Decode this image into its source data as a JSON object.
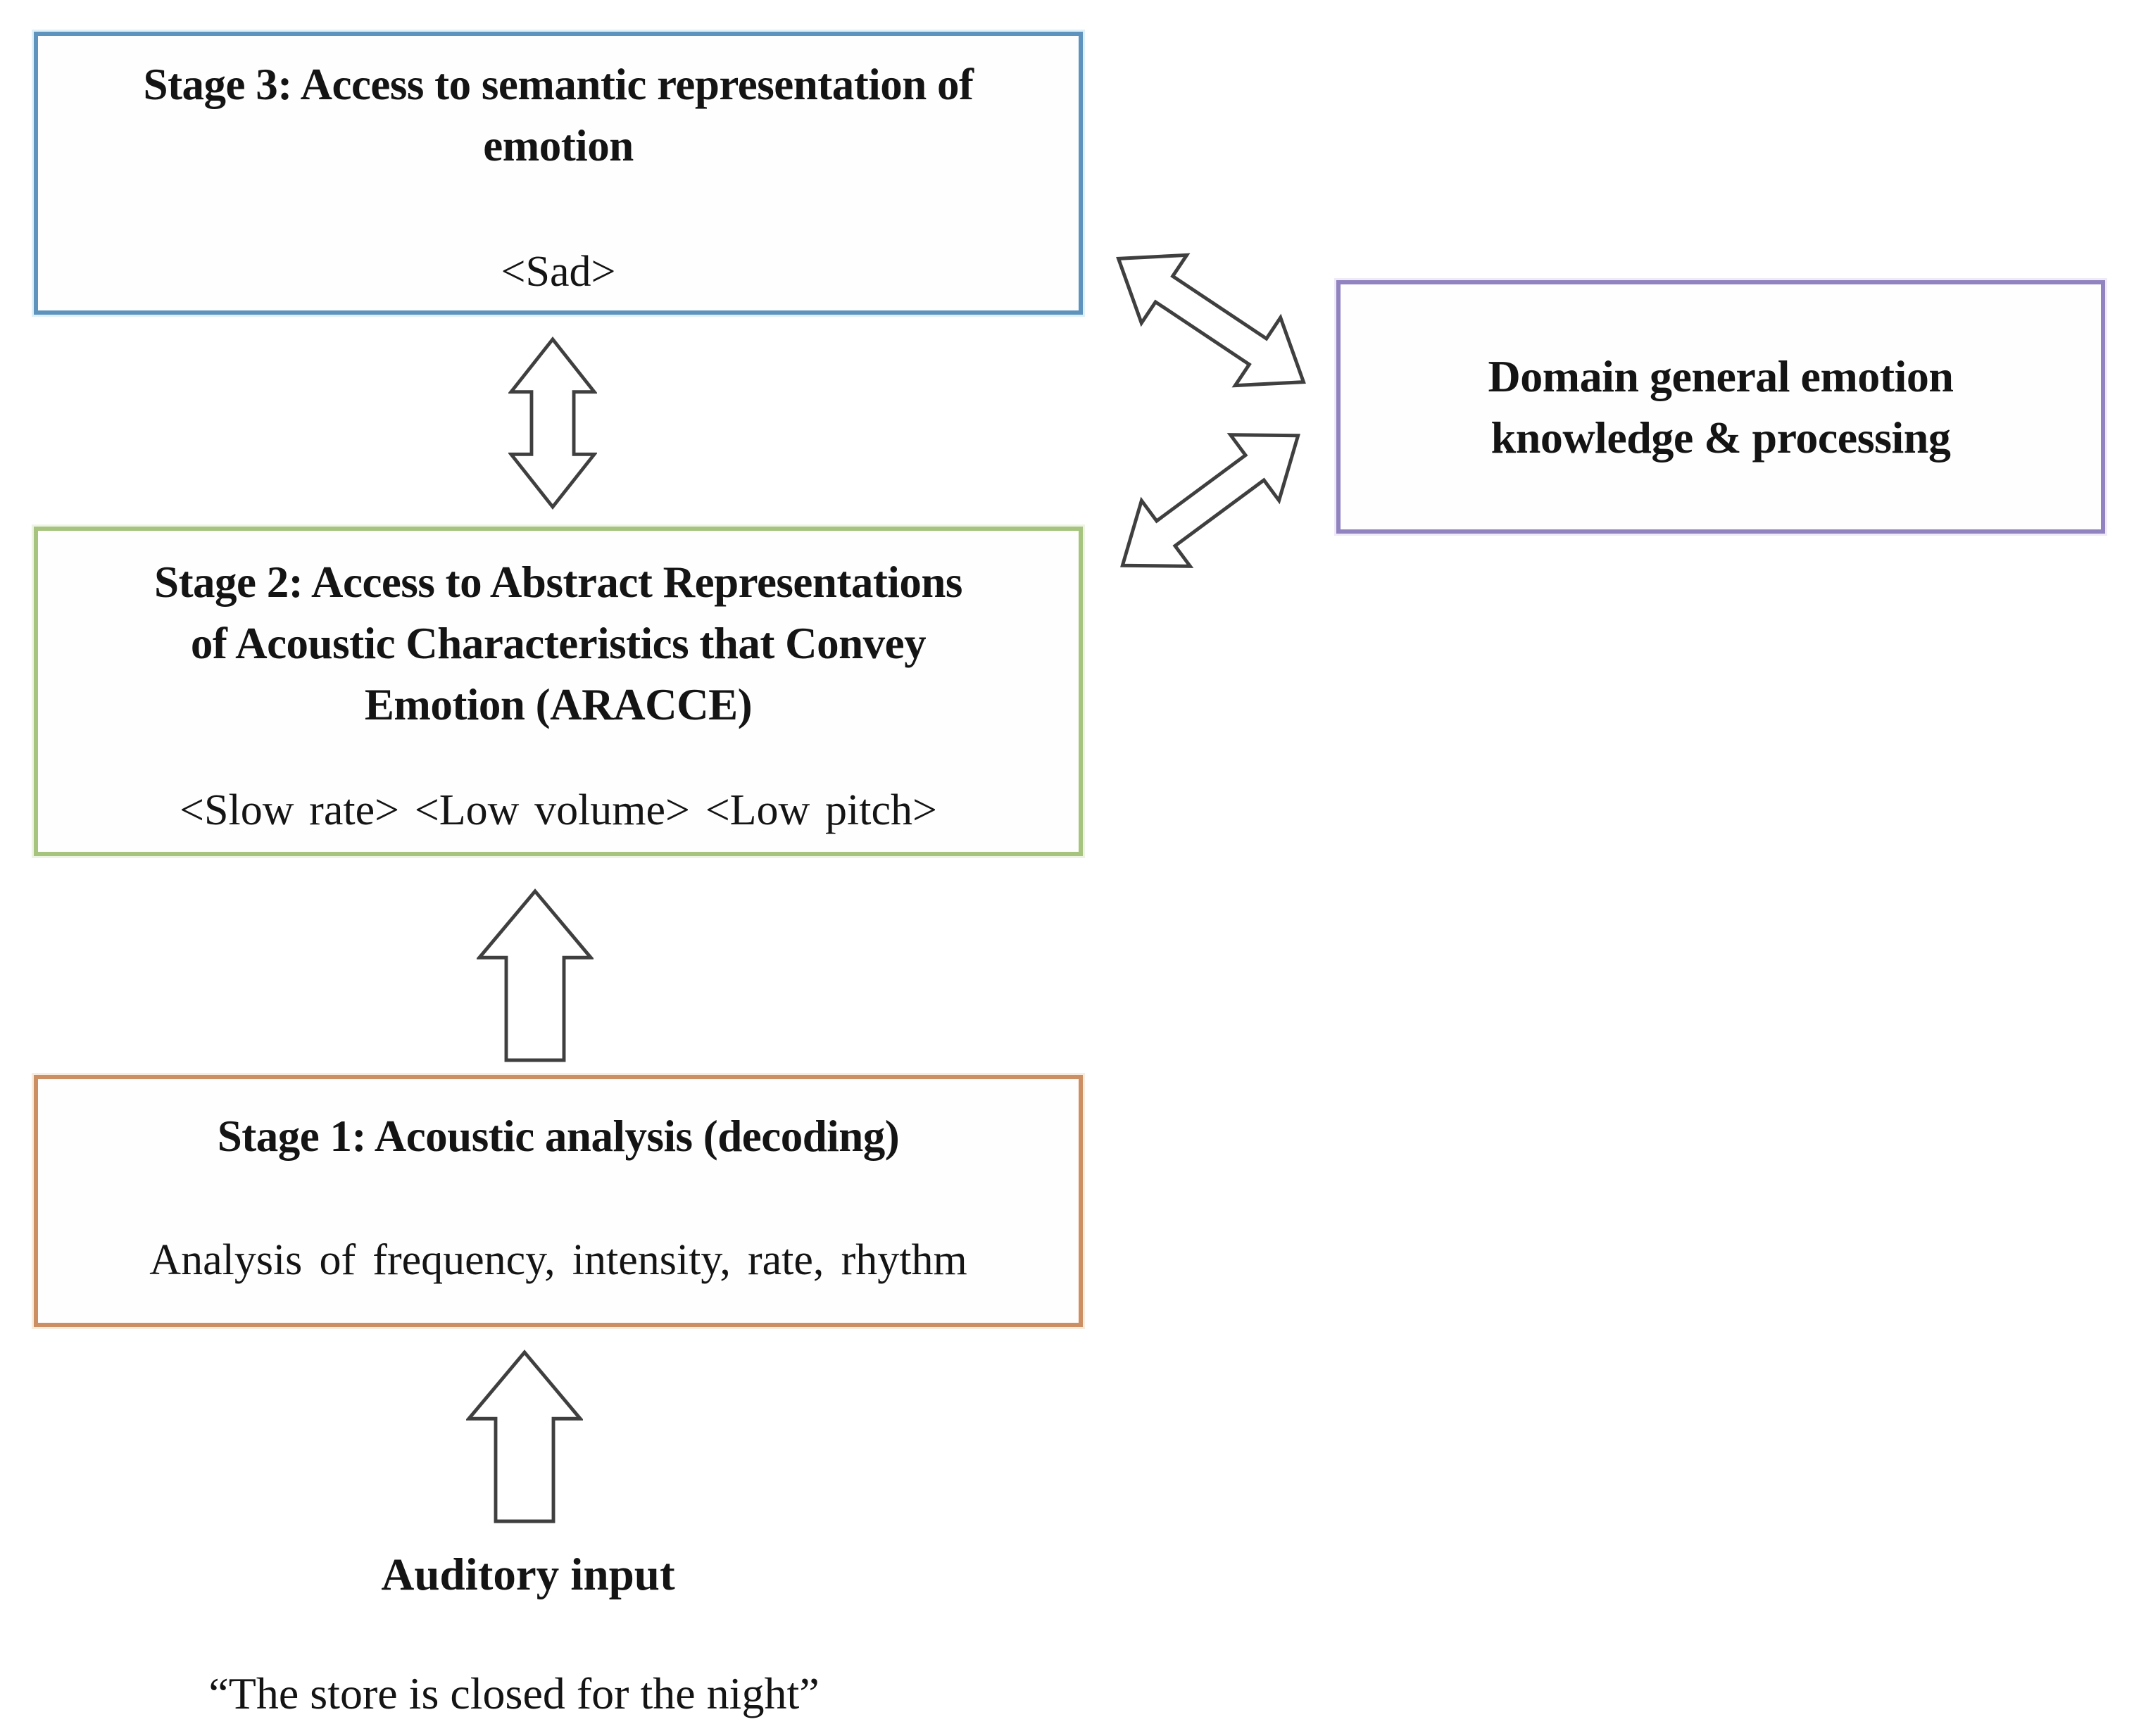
{
  "figure": {
    "boxes": {
      "stage3": {
        "title_lines": [
          "Stage 3: Access to semantic representation of",
          "emotion"
        ],
        "tag": "<Sad>",
        "border_color": "#5e93bd"
      },
      "stage2": {
        "title_lines": [
          "Stage 2: Access to Abstract Representations",
          "of Acoustic Characteristics that Convey",
          "Emotion (ARACCE)"
        ],
        "tags": "<Slow rate> <Low volume> <Low pitch>",
        "border_color": "#a6c47e"
      },
      "stage1": {
        "title": "Stage 1: Acoustic analysis (decoding)",
        "body": "Analysis of frequency, intensity, rate, rhythm",
        "border_color": "#cb8f63"
      },
      "domain": {
        "title_lines": [
          "Domain general emotion",
          "knowledge & processing"
        ],
        "border_color": "#9183c0"
      }
    },
    "labels": {
      "auditory": "Auditory input",
      "quote": "“The store is closed for the night”"
    },
    "arrows": {
      "outline_color": "#3f3f3f",
      "fill_color": "#ffffff"
    }
  }
}
